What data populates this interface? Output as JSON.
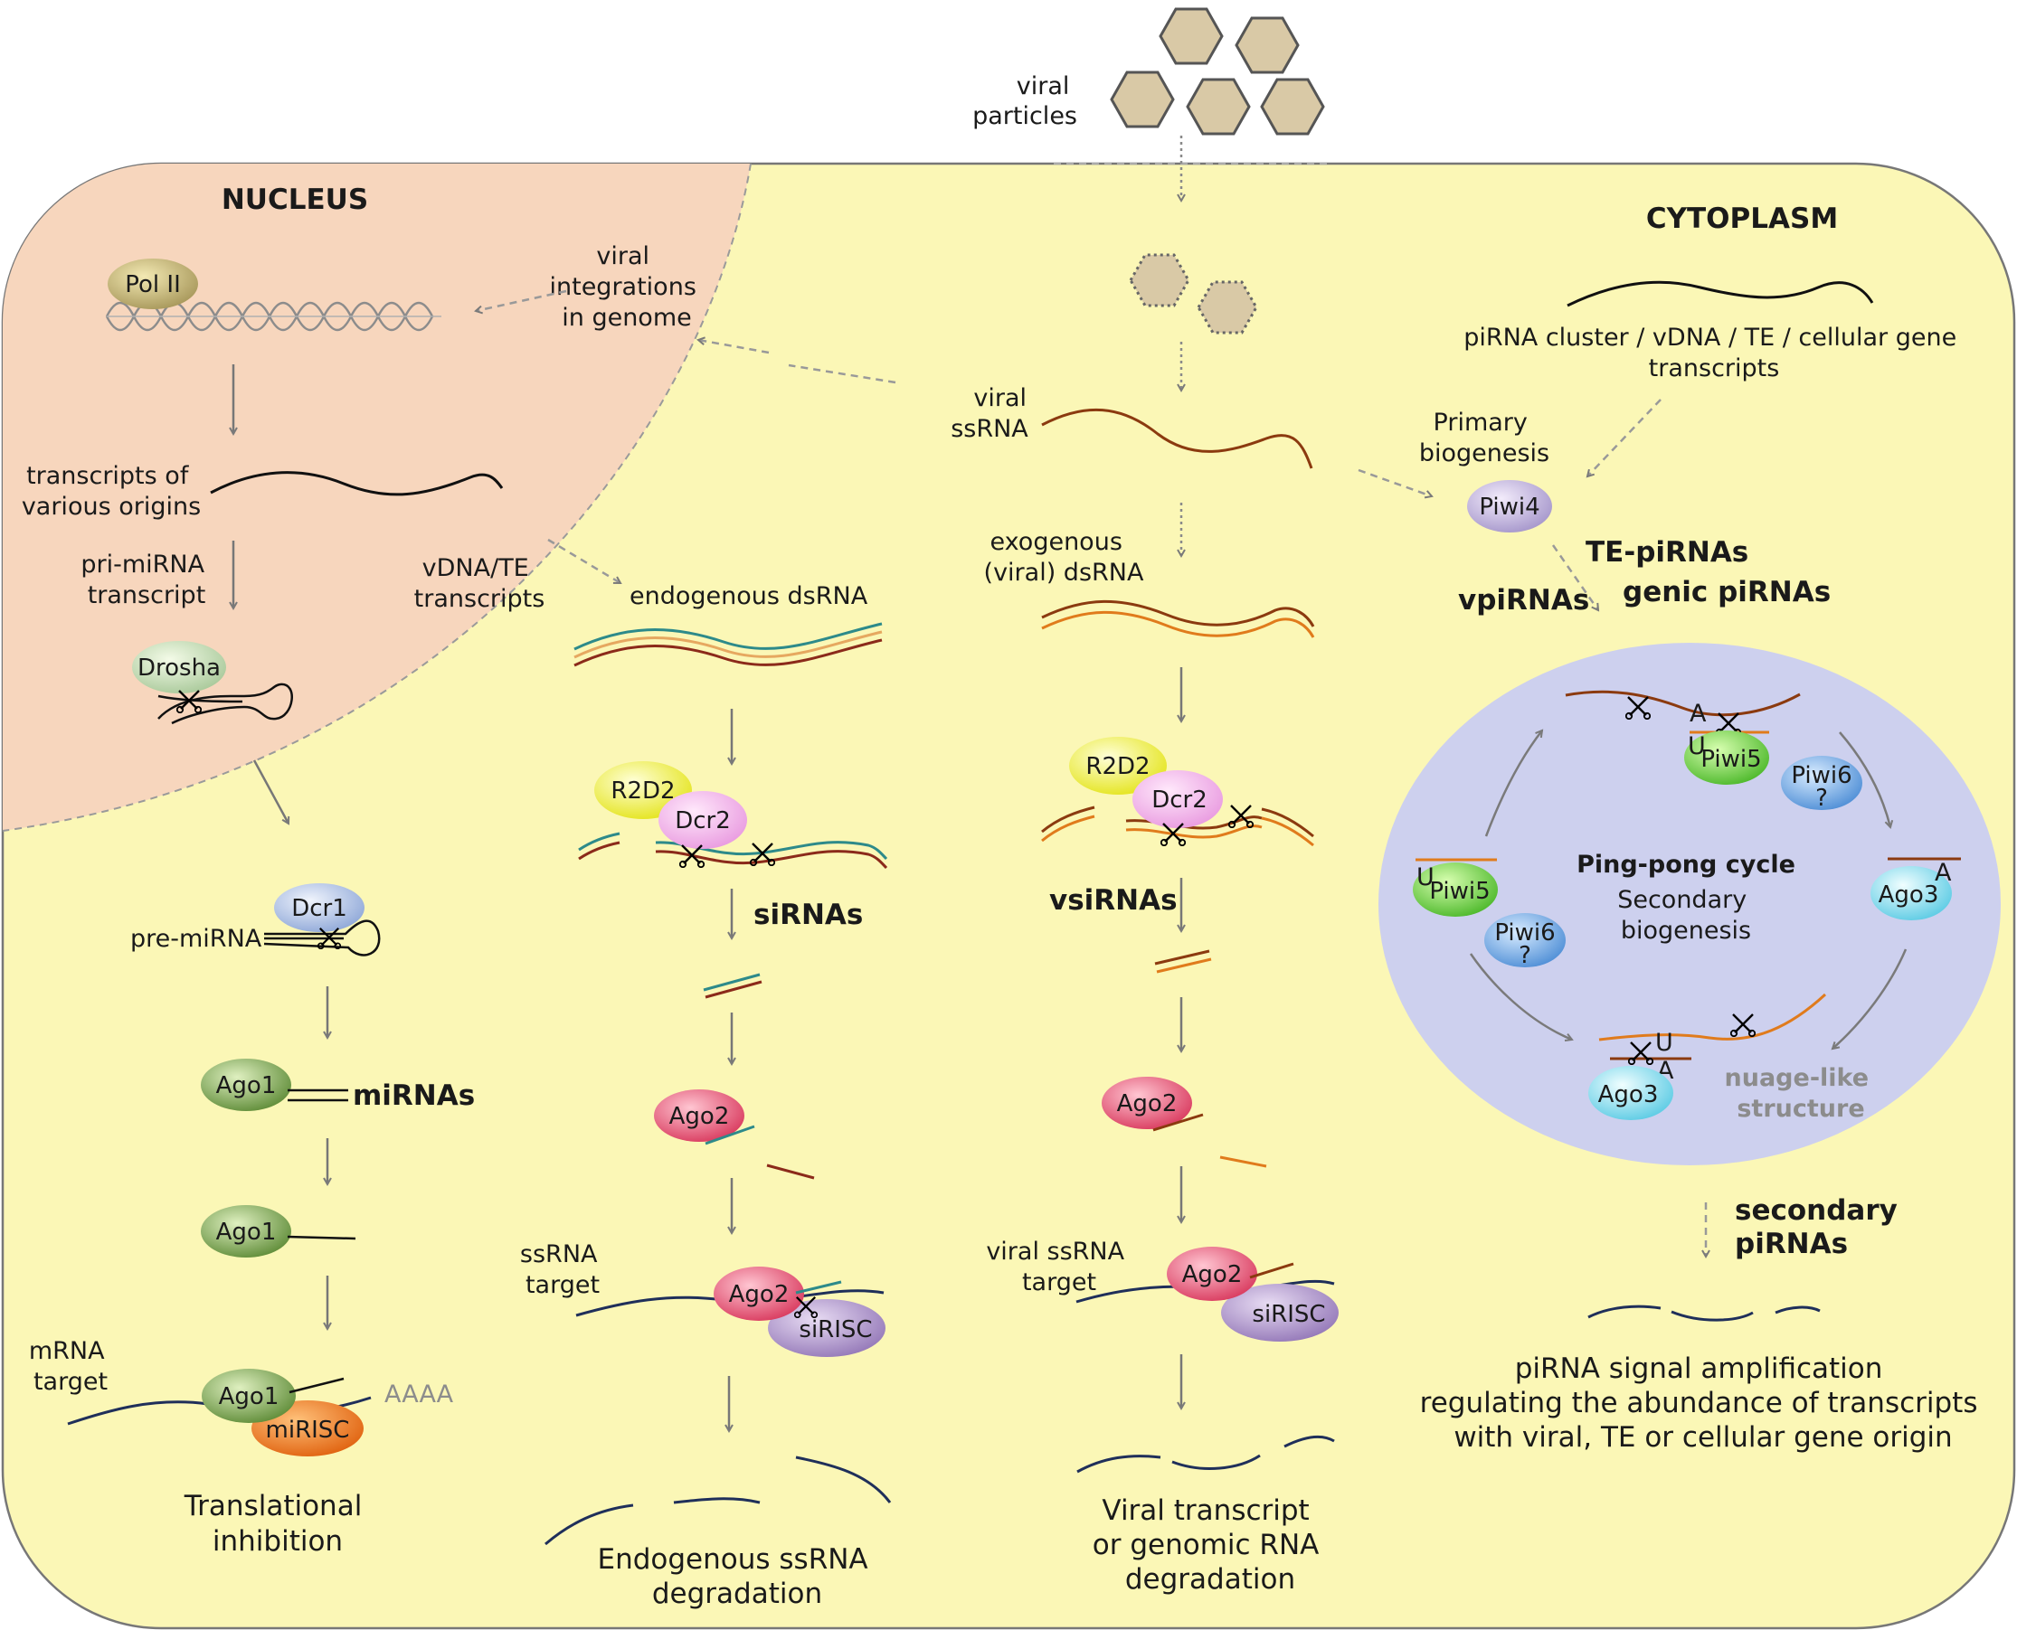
{
  "colors": {
    "cell": "#fbf7b6",
    "nucleus": "#f7d6bd",
    "nuage": "#cdd0ee",
    "particle": "#d9c9a6",
    "ssrna_viral": "#8b3a0f",
    "dsrna_viral": "#e07b1c",
    "dsrna_endo_a": "#2d8a8a",
    "dsrna_endo_b": "#8b2a1a",
    "target_rna": "#1f2f5a"
  },
  "compartments": {
    "nucleus": "NUCLEUS",
    "cytoplasm": "CYTOPLASM"
  },
  "top": {
    "viral_particles": [
      "viral",
      "particles"
    ]
  },
  "nucleus_panel": {
    "pol2": "Pol II",
    "transcripts": [
      "transcripts of",
      "various origins"
    ],
    "pri_mirna": [
      "pri-miRNA",
      "transcript"
    ],
    "drosha": "Drosha",
    "vdna_te": [
      "vDNA/TE",
      "transcripts"
    ],
    "viral_integrations": [
      "viral",
      "integrations",
      "in genome"
    ]
  },
  "mirna_pathway": {
    "dcr1": "Dcr1",
    "pre_mirna": "pre-miRNA",
    "ago1_a": "Ago1",
    "mirnas": "miRNAs",
    "ago1_b": "Ago1",
    "mrna_target": [
      "mRNA",
      "target"
    ],
    "ago1_c": "Ago1",
    "mirisc": "miRISC",
    "polya": "AAAA",
    "outcome": [
      "Translational",
      "inhibition"
    ]
  },
  "endo_sirna_pathway": {
    "endo_dsrna": "endogenous dsRNA",
    "r2d2": "R2D2",
    "dcr2": "Dcr2",
    "sirnas": "siRNAs",
    "ago2_a": "Ago2",
    "ssrna_target": [
      "ssRNA",
      "target"
    ],
    "ago2_b": "Ago2",
    "sirisc": "siRISC",
    "outcome": [
      "Endogenous ssRNA",
      "degradation"
    ]
  },
  "viral_sirna_pathway": {
    "viral_ssrna": [
      "viral",
      "ssRNA"
    ],
    "exo_dsrna": [
      "exogenous",
      "(viral) dsRNA"
    ],
    "r2d2": "R2D2",
    "dcr2": "Dcr2",
    "vsirnas": "vsiRNAs",
    "ago2_a": "Ago2",
    "viral_target": [
      "viral ssRNA",
      "target"
    ],
    "ago2_b": "Ago2",
    "sirisc": "siRISC",
    "outcome": [
      "Viral transcript",
      "or genomic RNA",
      "degradation"
    ]
  },
  "pirna_pathway": {
    "sources": [
      "piRNA cluster / vDNA / TE / cellular gene",
      "transcripts"
    ],
    "primary": [
      "Primary",
      "biogenesis"
    ],
    "piwi4": "Piwi4",
    "te_pirnas": "TE-piRNAs",
    "genic_pirnas": "genic piRNAs",
    "vpirnas": "vpiRNAs",
    "pingpong_title": "Ping-pong cycle",
    "secondary": [
      "Secondary",
      "biogenesis"
    ],
    "piwi5_top": "Piwi5",
    "piwi6_top": "Piwi6",
    "piwi5_left": "Piwi5",
    "piwi6_left": "Piwi6",
    "ago3_right": "Ago3",
    "ago3_bottom": "Ago3",
    "letter_u": "U",
    "letter_a": "A",
    "question": "?",
    "nuage": [
      "nuage-like",
      "structure"
    ],
    "secondary_pirnas": [
      "secondary",
      "piRNAs"
    ],
    "outcome": [
      "piRNA signal amplification",
      "regulating the abundance of transcripts",
      "with viral, TE or cellular gene origin"
    ]
  }
}
